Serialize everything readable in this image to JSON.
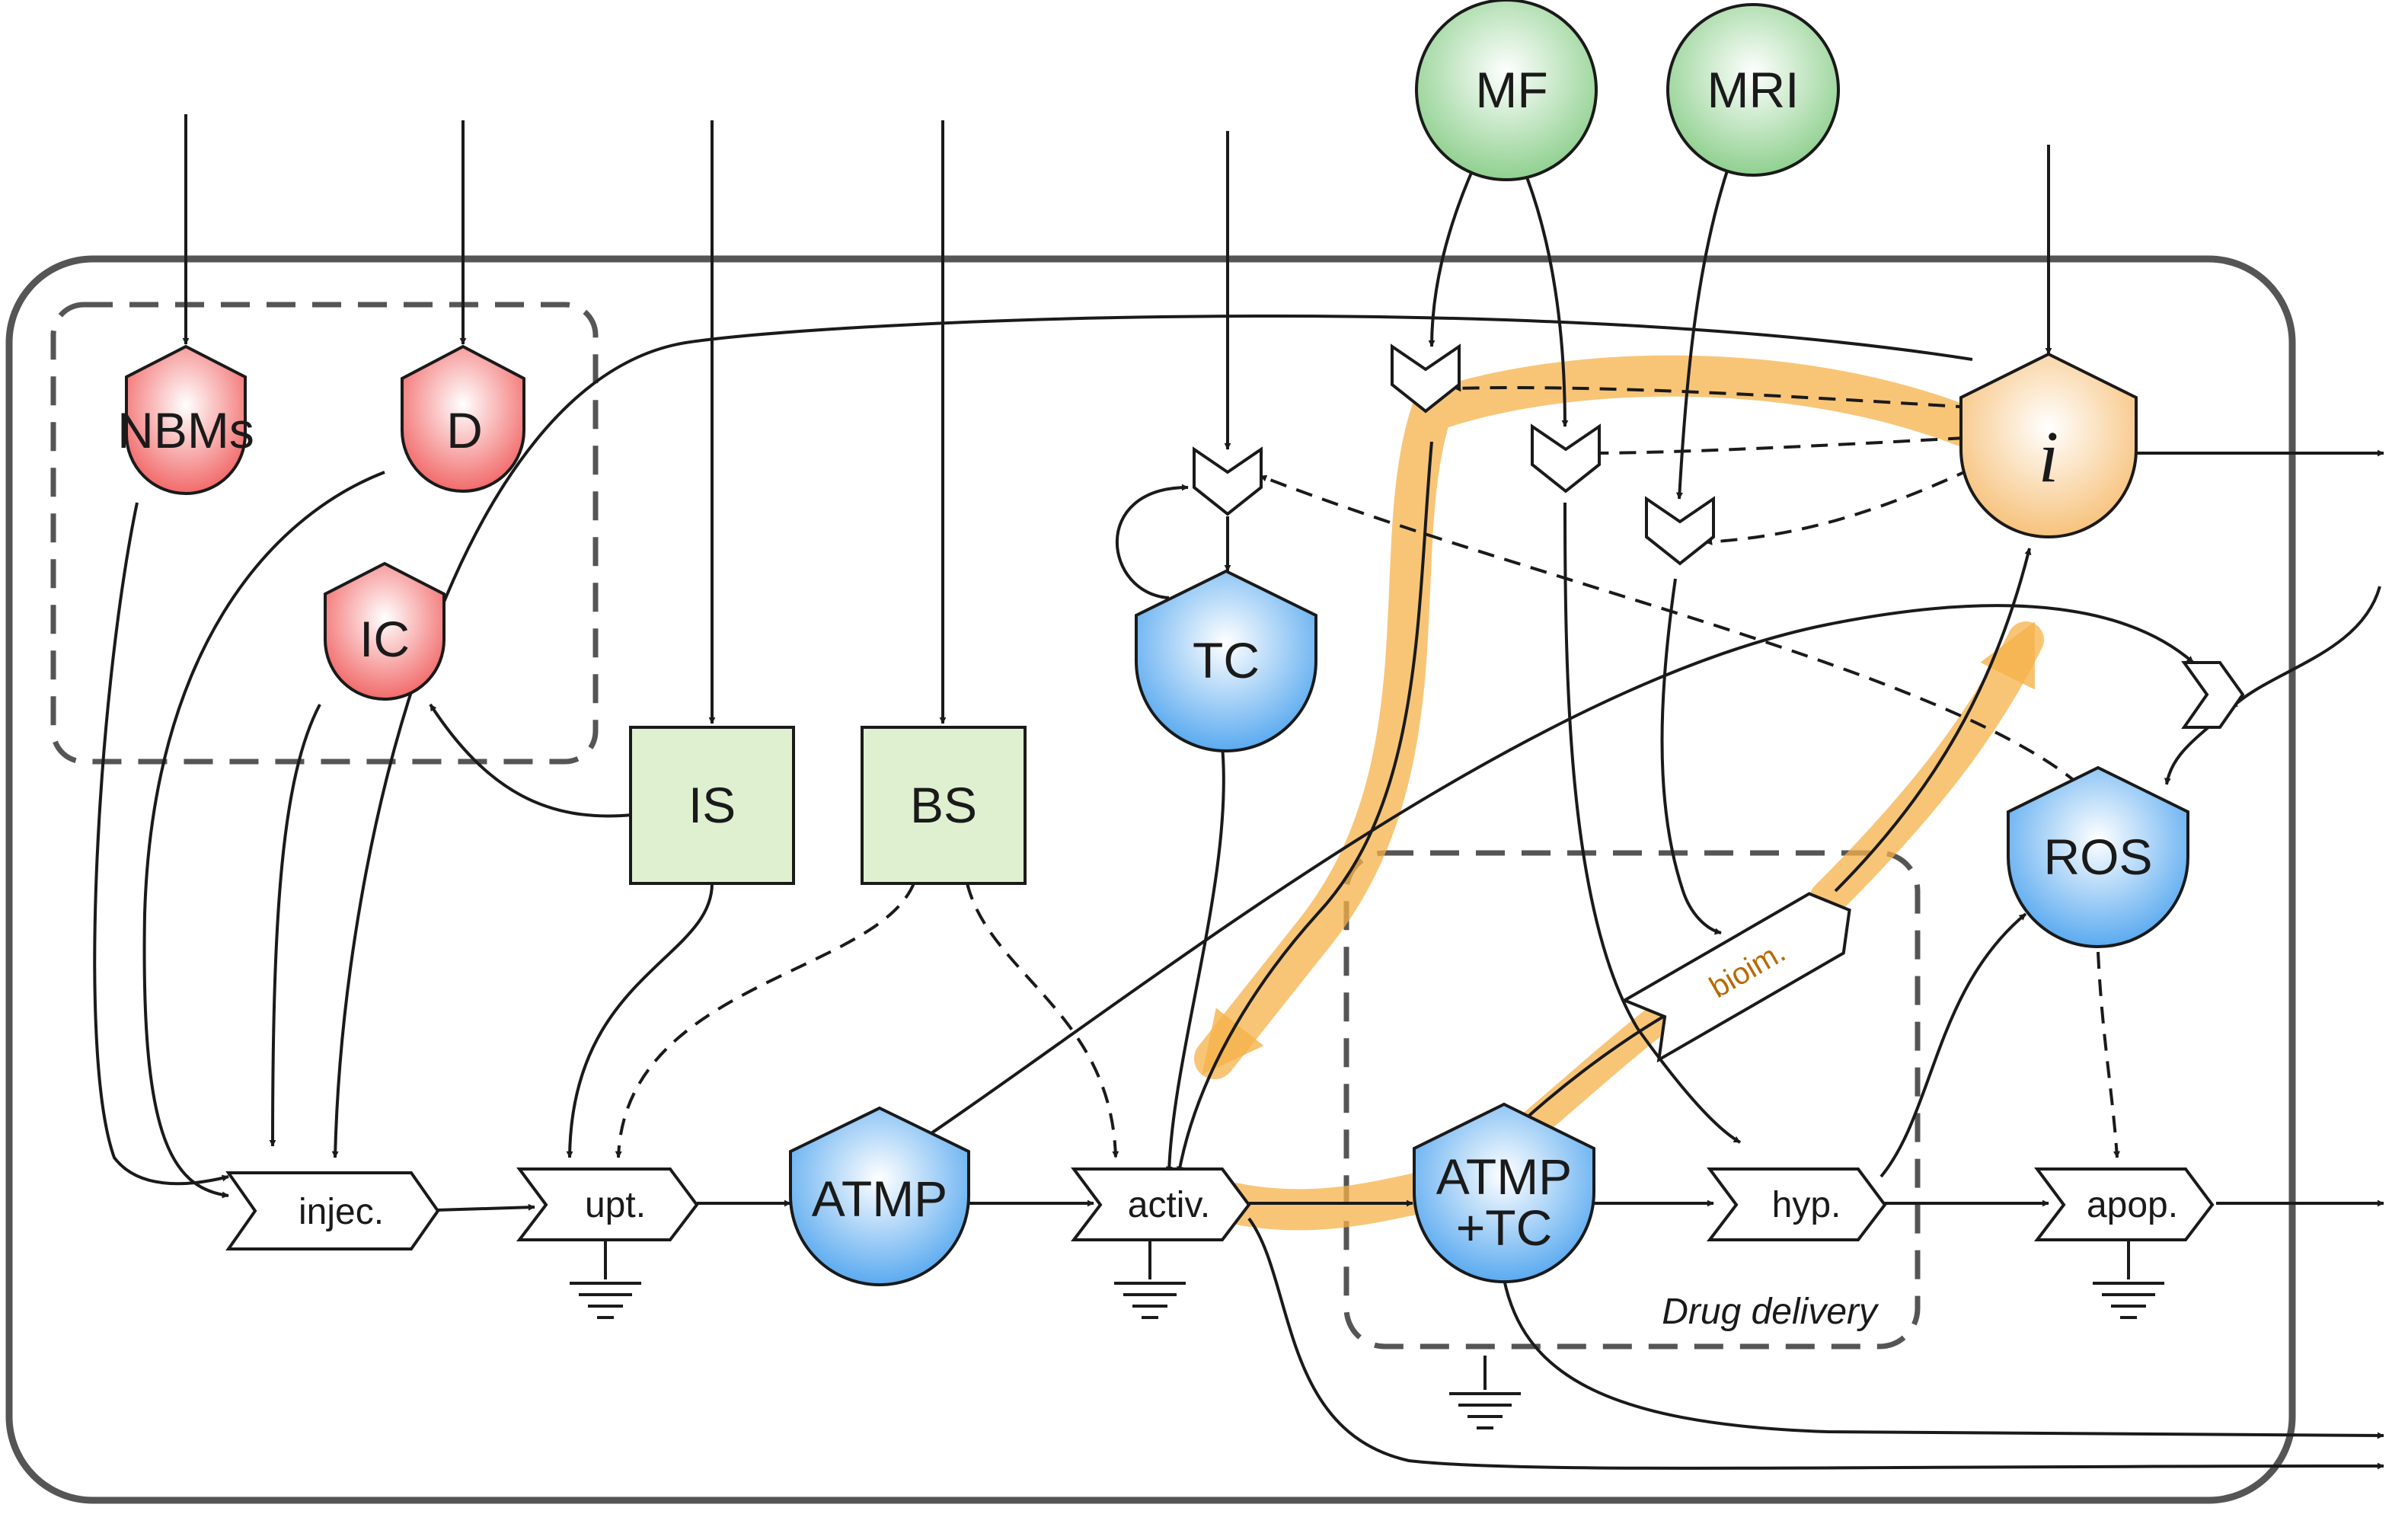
{
  "colors": {
    "red_node": "#f26b6b",
    "blue_node": "#5aaaf0",
    "green_node": "#8fd08f",
    "green_box": "#dff0d0",
    "orange_node": "#f7c27c",
    "highlight": "#f5b24a",
    "frame": "#555555",
    "edge": "#1a1a1a"
  },
  "nodes": {
    "nbms": "NBMs",
    "d": "D",
    "ic": "IC",
    "is": "IS",
    "bs": "BS",
    "tc": "TC",
    "mf": "MF",
    "mri": "MRI",
    "i": "i",
    "ros": "ROS",
    "atmp": "ATMP",
    "atmp_tc_line1": "ATMP",
    "atmp_tc_line2": "+TC"
  },
  "processes": {
    "injec": "injec.",
    "upt": "upt.",
    "activ": "activ.",
    "hyp": "hyp.",
    "apop": "apop.",
    "bioim": "bioim."
  },
  "modules": {
    "drug_delivery": "Drug delivery"
  }
}
